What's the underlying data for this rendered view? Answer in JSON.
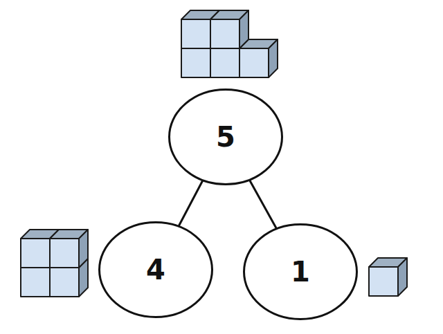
{
  "diagram": {
    "nodes": [
      {
        "text": [
          "5"
        ]
      },
      {
        "text": [
          "4"
        ]
      },
      {
        "text": [
          "1"
        ]
      }
    ],
    "edges": [
      {
        "from": 0,
        "to": 1,
        "arrow": "none"
      },
      {
        "from": 0,
        "to": 2,
        "arrow": "none"
      }
    ]
  }
}
